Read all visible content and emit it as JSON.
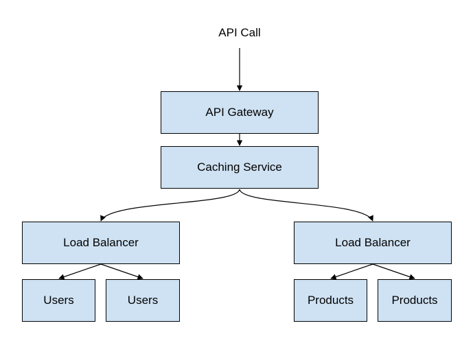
{
  "entry": {
    "label": "API Call"
  },
  "nodes": {
    "gateway": "API Gateway",
    "cache": "Caching Service",
    "lb_left": "Load Balancer",
    "lb_right": "Load Balancer",
    "users_1": "Users",
    "users_2": "Users",
    "products_1": "Products",
    "products_2": "Products"
  },
  "colors": {
    "node_fill": "#cfe2f3",
    "stroke": "#000000",
    "background": "#ffffff"
  }
}
